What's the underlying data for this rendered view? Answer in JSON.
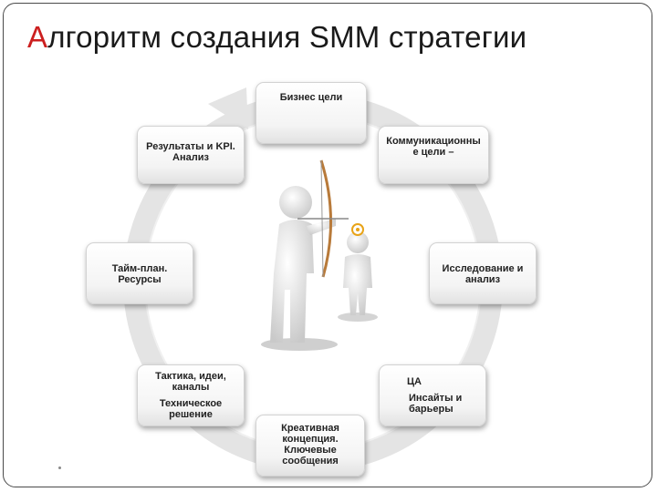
{
  "slide": {
    "title_first_letter": "А",
    "title_rest": "лгоритм создания SMM  стратегии"
  },
  "steps": [
    {
      "id": "business-goals",
      "lines": [
        "Бизнес цели"
      ]
    },
    {
      "id": "communication-goals",
      "lines": [
        "Коммуникационны",
        "е цели –"
      ]
    },
    {
      "id": "research",
      "lines": [
        "Исследование и",
        "анализ"
      ]
    },
    {
      "id": "audience",
      "lines": [
        "ЦА"
      ],
      "extra_lines": [
        "Инсайты и",
        "барьеры"
      ]
    },
    {
      "id": "creative",
      "lines": [
        "Креативная",
        "концепция.",
        "Ключевые",
        "сообщения"
      ]
    },
    {
      "id": "tactics",
      "lines": [
        "Тактика, идеи,",
        "каналы"
      ],
      "extra_lines": [
        "Техническое",
        "решение"
      ]
    },
    {
      "id": "timeplan",
      "lines": [
        "Тайм-план.",
        "Ресурсы"
      ]
    },
    {
      "id": "results",
      "lines": [
        "Результаты и KPI.",
        "Анализ"
      ]
    }
  ],
  "colors": {
    "title_accent": "#cc1f1f",
    "ring": "#e3e3e3",
    "target": "#e8a317"
  },
  "icons": [
    "archer-figure-icon",
    "target-figure-icon",
    "cycle-arrow-icon"
  ]
}
